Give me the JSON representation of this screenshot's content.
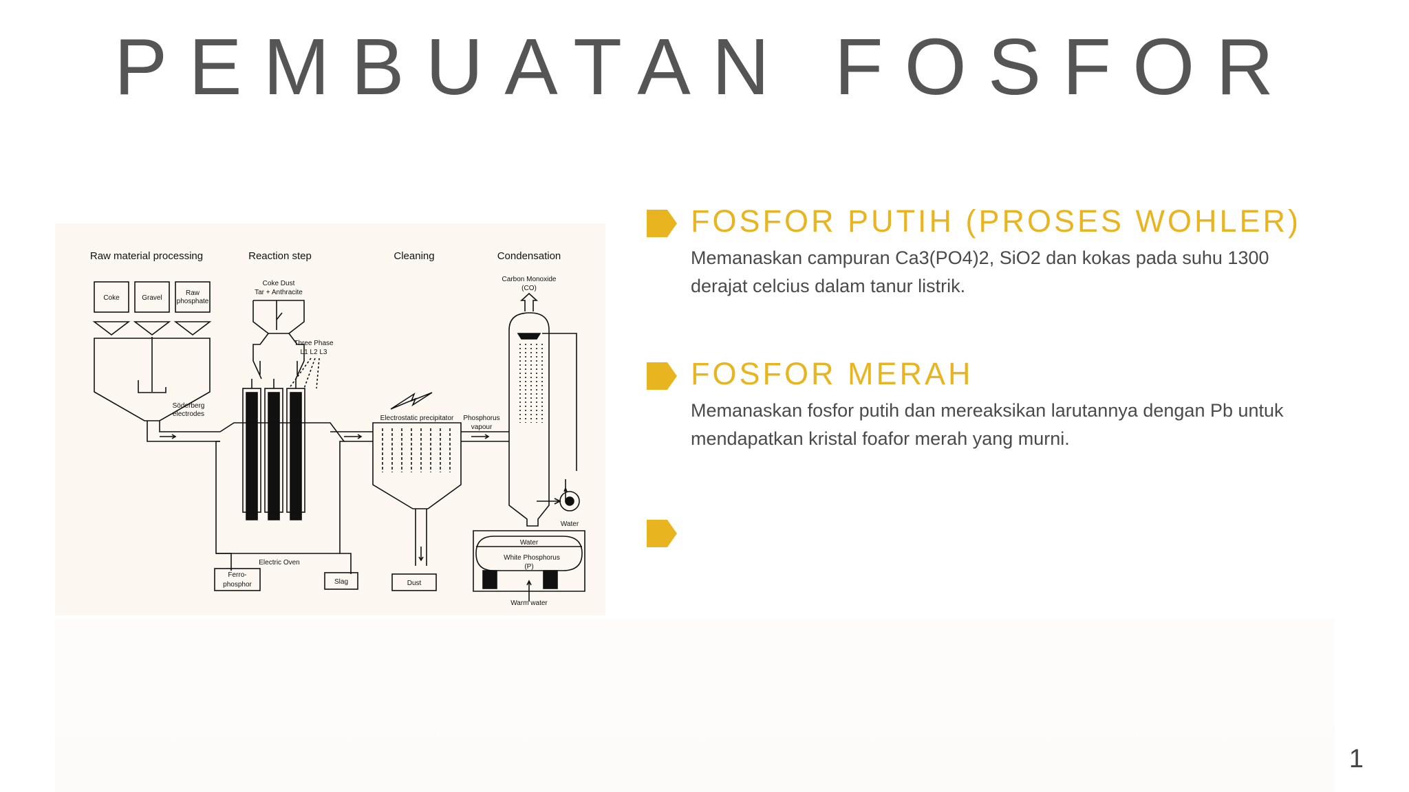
{
  "slide": {
    "title": "PEMBUATAN FOSFOR",
    "page_number": "1"
  },
  "diagram": {
    "stage_labels": {
      "raw_material": "Raw material processing",
      "reaction": "Reaction step",
      "cleaning": "Cleaning",
      "condensation": "Condensation"
    },
    "labels": {
      "coke": "Coke",
      "gravel": "Gravel",
      "raw_phosphate_1": "Raw",
      "raw_phosphate_2": "phosphate",
      "coke_dust": "Coke Dust",
      "tar_anthracite": "Tar + Anthracite",
      "three_phase": "Three Phase",
      "phases": "L1  L2 L3",
      "soderberg_1": "Söderberg",
      "soderberg_2": "electrodes",
      "electrostatic": "Electrostatic precipitator",
      "phosphorus_vapour_1": "Phosphorus",
      "phosphorus_vapour_2": "vapour",
      "carbon_monoxide_1": "Carbon Monoxide",
      "carbon_monoxide_2": "(CO)",
      "electric_oven": "Electric Oven",
      "ferrophosphor_1": "Ferro-",
      "ferrophosphor_2": "phosphor",
      "slag": "Slag",
      "dust": "Dust",
      "water_pump": "Water",
      "water_tank": "Water",
      "white_phosphorus_1": "White Phosphorus",
      "white_phosphorus_2": "(P)",
      "warm_water": "Warm water"
    }
  },
  "sections": [
    {
      "title": "FOSFOR PUTIH (PROSES WOHLER)",
      "body": "Memanaskan campuran Ca3(PO4)2, SiO2 dan kokas pada suhu 1300 derajat celcius dalam tanur listrik."
    },
    {
      "title": "FOSFOR MERAH",
      "body": "Memanaskan fosfor putih dan mereaksikan larutannya dengan Pb untuk mendapatkan kristal foafor merah yang murni."
    }
  ],
  "colors": {
    "accent": "#e8b420",
    "title": "#555555",
    "body": "#4a4a4a"
  },
  "icons": [
    "bullet-arrow-icon"
  ]
}
